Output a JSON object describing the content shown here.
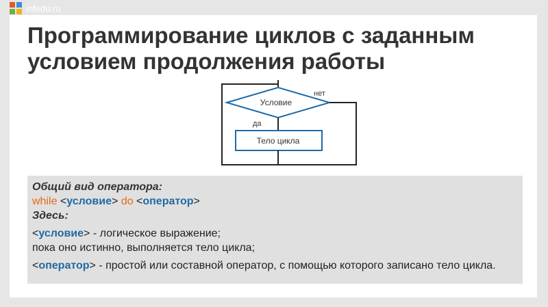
{
  "site": {
    "logo_text": "infedu.ru"
  },
  "slide": {
    "title": "Программирование циклов с заданным условием продолжения работы"
  },
  "flowchart": {
    "condition_label": "Условие",
    "no_label": "нет",
    "yes_label": "да",
    "body_label": "Тело цикла"
  },
  "info_box": {
    "heading": "Общий вид оператора:",
    "syntax": {
      "kw_while": "while",
      "lt1": "<",
      "cond": "условие",
      "gt1": ">",
      "kw_do": "do",
      "lt2": "<",
      "op": "оператор",
      "gt2": ">"
    },
    "here_label": "Здесь:",
    "cond_def": {
      "lt": "<",
      "term": "условие",
      "gt": ">",
      "desc": "- логическое выражение;",
      "desc2": "пока оно истинно, выполняется тело цикла;"
    },
    "op_def": {
      "lt": "<",
      "term": "оператор",
      "gt": ">",
      "desc": "- простой или составной оператор, с помощью которого записано тело цикла."
    }
  },
  "colors": {
    "background": "#e6e6e6",
    "accent_blue": "#1f6aa5",
    "keyword_orange": "#e8681e",
    "box_gray": "#e0e0e0"
  }
}
